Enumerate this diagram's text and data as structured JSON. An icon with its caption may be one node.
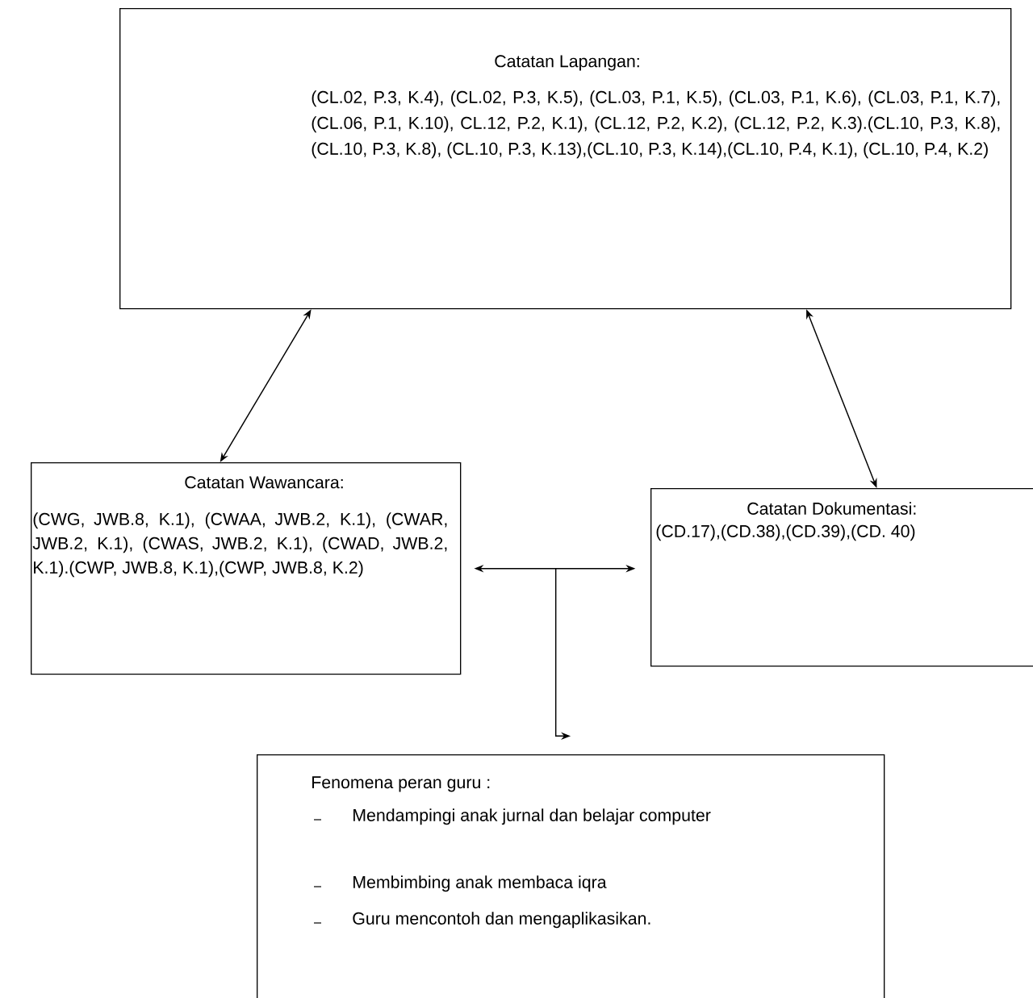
{
  "diagram": {
    "nodes": [
      {
        "text": [
          "Catatan Lapangan:",
          "(CL.02, P.3, K.4), (CL.02, P.3, K.5), (CL.03, P.1, K.5), (CL.03, P.1, K.6), (CL.03, P.1, K.7), (CL.06, P.1, K.10), CL.12, P.2, K.1), (CL.12, P.2, K.2), (CL.12, P.2, K.3).(CL.10, P.3, K.8), (CL.10, P.3, K.8), (CL.10, P.3, K.13),(CL.10, P.3, K.14),(CL.10, P.4, K.1), (CL.10, P.4, K.2)"
        ]
      },
      {
        "text": [
          "Catatan Wawancara:",
          "(CWG, JWB.8, K.1), (CWAA, JWB.2, K.1), (CWAR, JWB.2, K.1), (CWAS, JWB.2, K.1), (CWAD, JWB.2, K.1).(CWP, JWB.8, K.1),(CWP, JWB.8, K.2)"
        ]
      },
      {
        "text": [
          "Catatan Dokumentasi:",
          "(CD.17),(CD.38),(CD.39),(CD. 40)"
        ]
      },
      {
        "text": [
          "Fenomena peran guru  :",
          "Mendampingi anak jurnal dan belajar computer",
          "Membimbing anak membaca iqra",
          "Guru mencontoh dan mengaplikasikan."
        ]
      }
    ],
    "edges": [
      {
        "from": 1,
        "to": 0,
        "arrow": "both"
      },
      {
        "from": 2,
        "to": 0,
        "arrow": "both"
      },
      {
        "from": 1,
        "to": 3,
        "arrow": "both"
      },
      {
        "from": 2,
        "to": 3,
        "arrow": "both"
      }
    ]
  }
}
